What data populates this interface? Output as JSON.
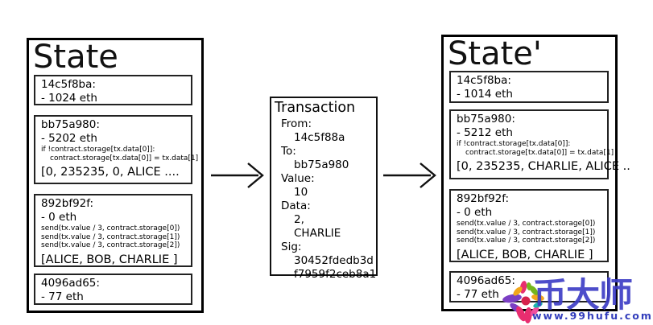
{
  "left_state": {
    "title": "State",
    "accounts": [
      {
        "name": "14c5f8ba:",
        "balance": "- 1024 eth"
      },
      {
        "name": "bb75a980:",
        "balance": "- 5202 eth",
        "code": [
          "if !contract.storage[tx.data[0]]:",
          "contract.storage[tx.data[0]] = tx.data[1]"
        ],
        "array": "[0, 235235, 0, ALICE ...."
      },
      {
        "name": "892bf92f:",
        "balance": "- 0 eth",
        "code": [
          "send(tx.value / 3, contract.storage[0])",
          "send(tx.value / 3, contract.storage[1])",
          "send(tx.value / 3, contract.storage[2])"
        ],
        "array": "[ALICE, BOB, CHARLIE ]"
      },
      {
        "name": "4096ad65:",
        "balance": "- 77 eth"
      }
    ]
  },
  "transaction": {
    "title": "Transaction",
    "from_label": "From:",
    "from_value": "14c5f88a",
    "to_label": "To:",
    "to_value": "bb75a980",
    "value_label": "Value:",
    "value_value": "10",
    "data_label": "Data:",
    "data_value_1": "2,",
    "data_value_2": "CHARLIE",
    "sig_label": "Sig:",
    "sig_value_1": "30452fdedb3d",
    "sig_value_2": "f7959f2ceb8a1"
  },
  "right_state": {
    "title": "State'",
    "accounts": [
      {
        "name": "14c5f8ba:",
        "balance": "- 1014 eth"
      },
      {
        "name": "bb75a980:",
        "balance": "- 5212 eth",
        "code": [
          "if !contract.storage[tx.data[0]]:",
          "contract.storage[tx.data[0]] = tx.data[1]"
        ],
        "array": "[0, 235235, CHARLIE, ALICE .."
      },
      {
        "name": "892bf92f:",
        "balance": "- 0 eth",
        "code": [
          "send(tx.value / 3, contract.storage[0])",
          "send(tx.value / 3, contract.storage[1])",
          "send(tx.value / 3, contract.storage[2])"
        ],
        "array": "[ALICE, BOB, CHARLIE ]"
      },
      {
        "name": "4096ad65:",
        "balance": "- 77 eth"
      }
    ]
  },
  "watermark": {
    "brand": "币大师",
    "url": "www.99hufu.com",
    "brand_color": "#3e3ec6",
    "url_color": "#2834b8",
    "logo_colors": {
      "purple": "#7b3fc4",
      "magenta": "#e82d6f",
      "pink": "#f04f9e",
      "yellow": "#f2a71b",
      "green": "#74b51e",
      "teal": "#1ab5ad",
      "center": "#d6224c"
    }
  }
}
